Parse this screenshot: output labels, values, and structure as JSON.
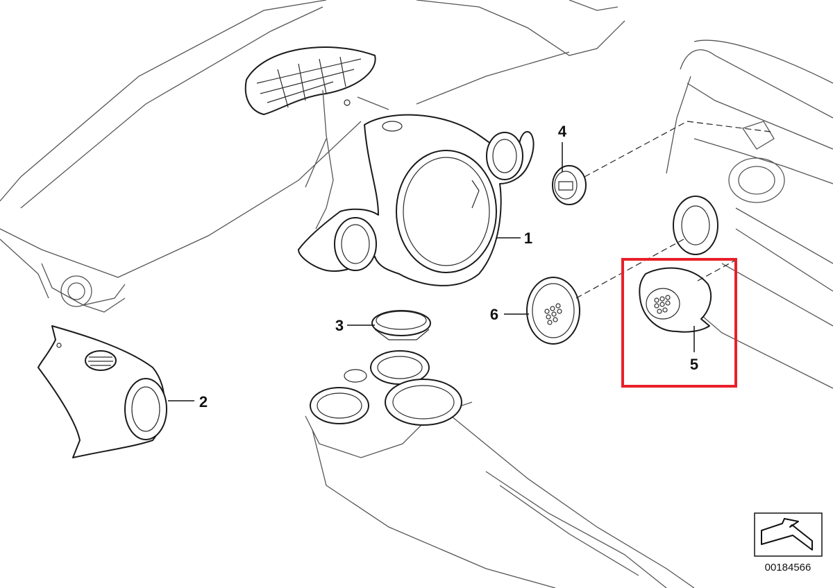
{
  "diagram": {
    "parts": [
      {
        "number": "1"
      },
      {
        "number": "2"
      },
      {
        "number": "3"
      },
      {
        "number": "4"
      },
      {
        "number": "5"
      },
      {
        "number": "6"
      }
    ],
    "highlight": {
      "part_number": "5",
      "color": "#e8202a"
    },
    "footer": {
      "diagram_id": "00184566"
    }
  },
  "colors": {
    "line": "#1a1a1a",
    "background": "#ffffff",
    "highlight": "#e8202a"
  }
}
